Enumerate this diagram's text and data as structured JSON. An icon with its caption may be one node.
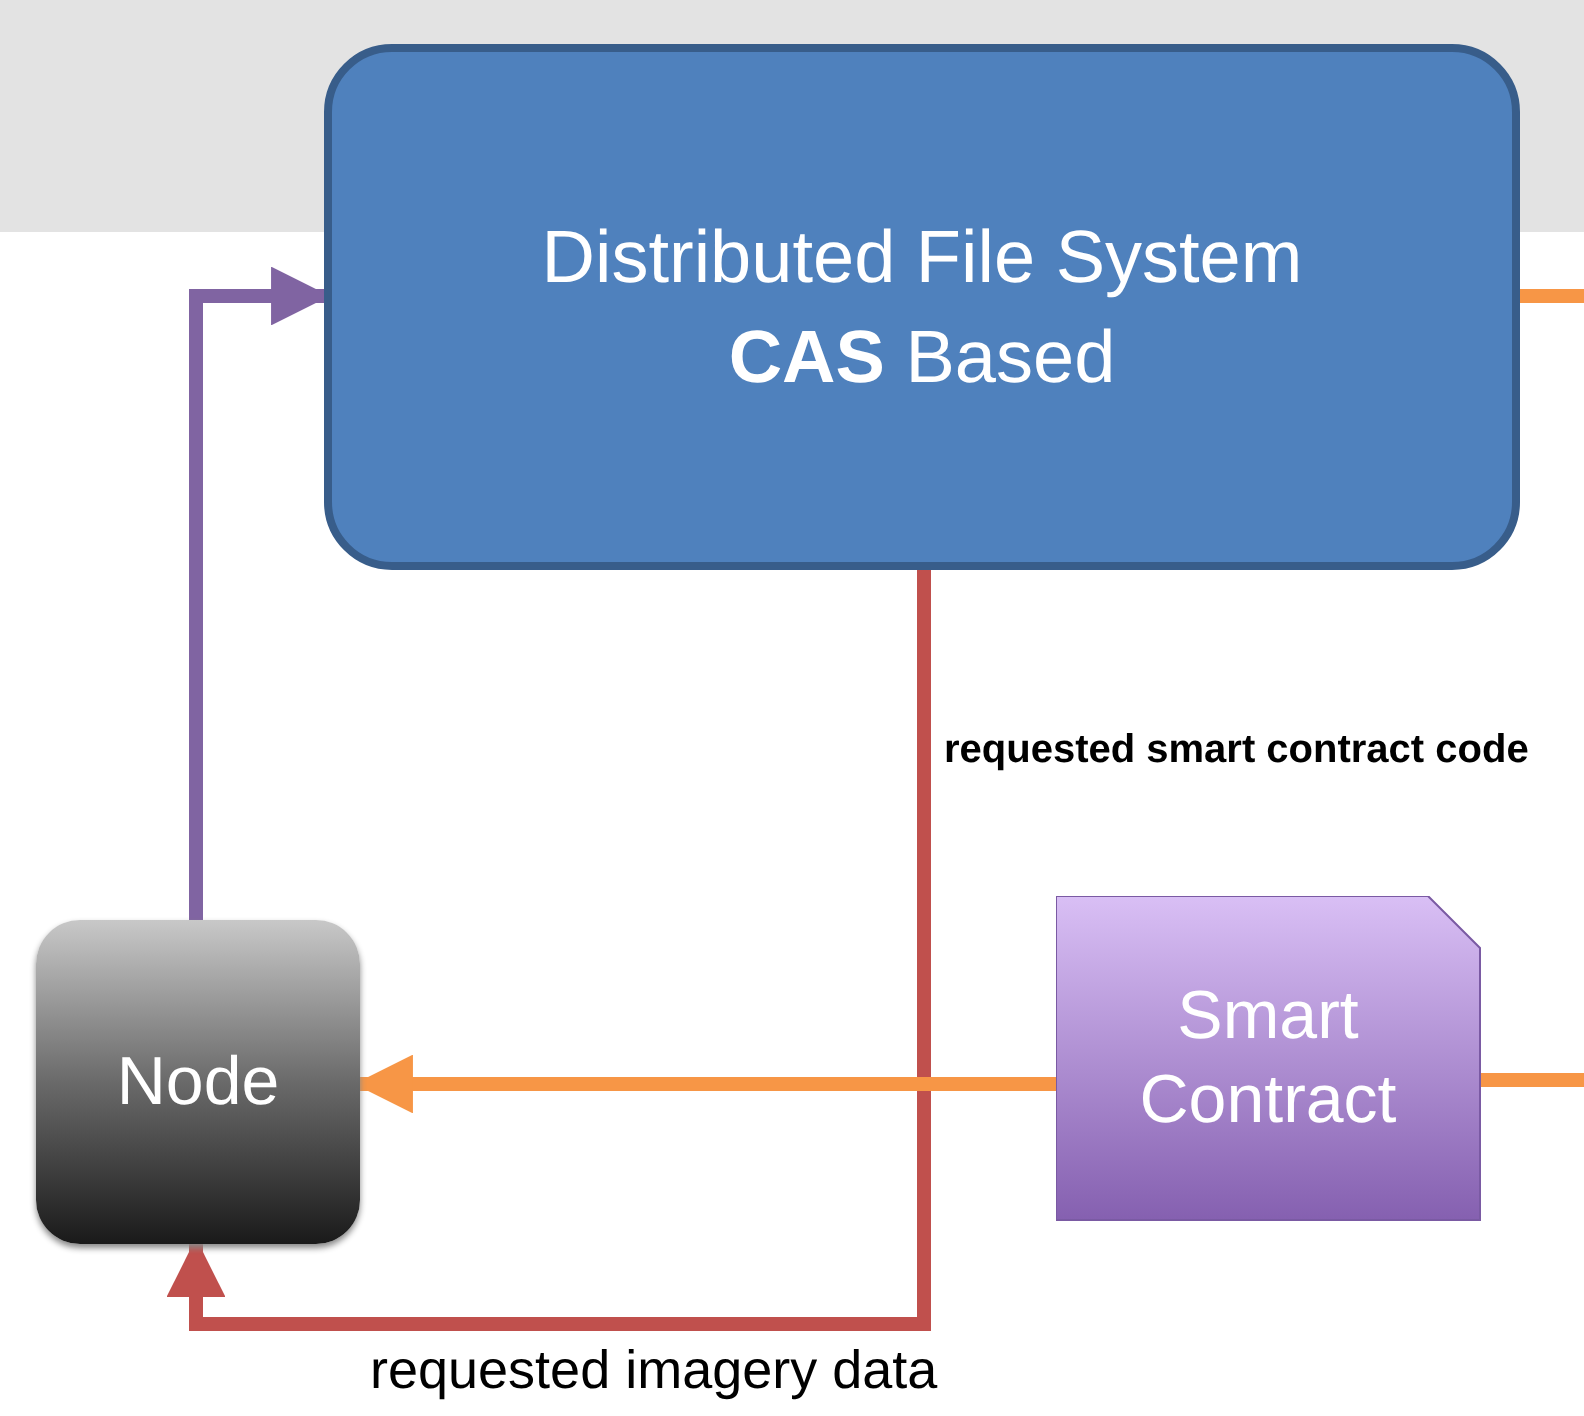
{
  "diagram": {
    "nodes": [
      {
        "text": [
          "Distributed File System **CAS** Based"
        ]
      },
      {
        "text": [
          "Node"
        ]
      },
      {
        "text": [
          "Smart Contract"
        ]
      }
    ],
    "edges": [
      {
        "from": 1,
        "to": 0,
        "arrow": "to",
        "color": "#8064a2"
      },
      {
        "from": 0,
        "to": 1,
        "arrow": "to",
        "color": "#c0504d",
        "label": "requested imagery data"
      },
      {
        "from": 2,
        "to": 1,
        "arrow": "to",
        "color": "#f79646"
      },
      {
        "from": 0,
        "to": null,
        "arrow": "none",
        "color": "#f79646"
      },
      {
        "from": null,
        "to": 2,
        "arrow": "none",
        "color": "#f79646"
      }
    ],
    "labels": [
      "requested smart contract code"
    ]
  }
}
